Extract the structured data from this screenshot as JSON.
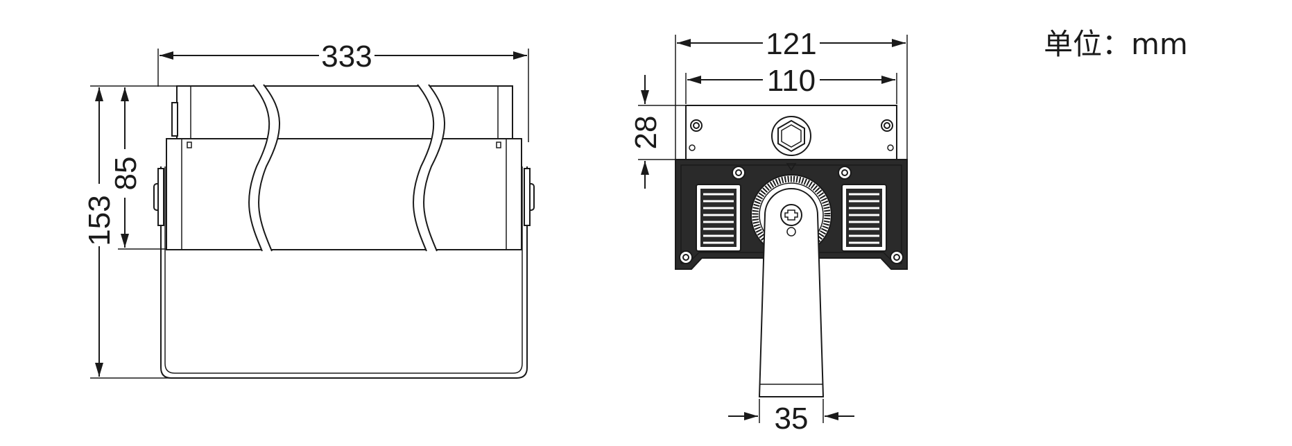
{
  "unit_label": "单位：mm",
  "dimensions": {
    "side_width": "333",
    "side_height_total": "153",
    "side_height_body": "85",
    "front_width_outer": "121",
    "front_width_inner": "110",
    "front_depth": "28",
    "bracket_width": "35"
  },
  "colors": {
    "line": "#1a1a1a",
    "fill_dark": "#2a2a2a",
    "background": "#ffffff"
  }
}
